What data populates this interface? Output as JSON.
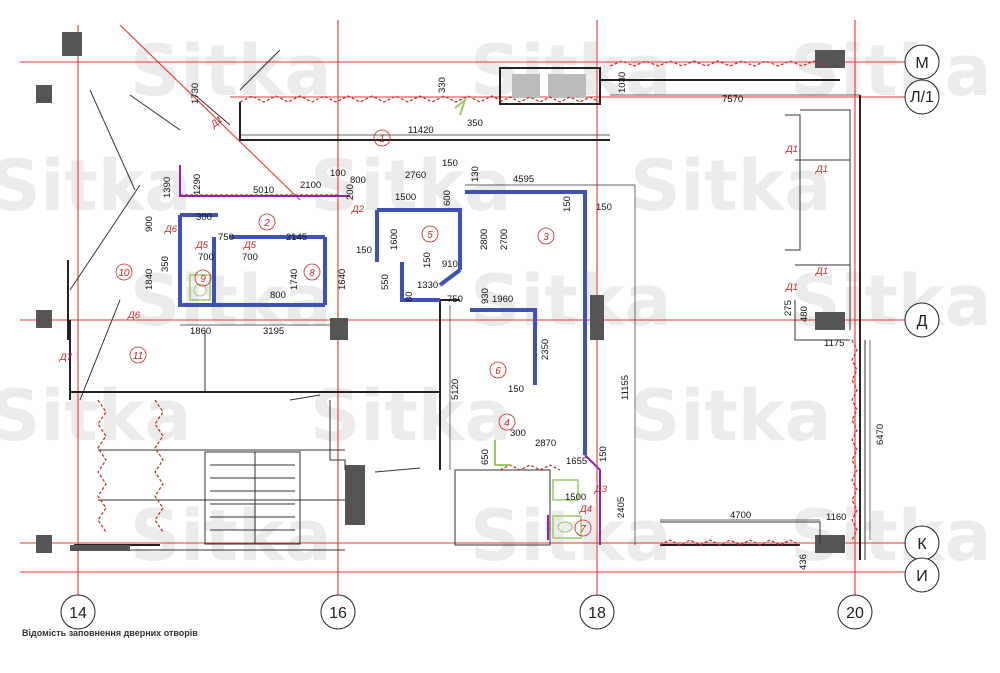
{
  "watermark": "Sitka",
  "axes": {
    "vertical": [
      "14",
      "16",
      "18",
      "20"
    ],
    "horizontal": [
      "М",
      "Л/1",
      "Д",
      "К",
      "И"
    ]
  },
  "footer_note": "Відомість заповнення дверних отворів",
  "rooms": [
    "1",
    "2",
    "3",
    "4",
    "5",
    "6",
    "7",
    "8",
    "9",
    "10",
    "11"
  ],
  "doors": [
    "Д1",
    "Д1",
    "Д1",
    "Д1",
    "Д1",
    "Д2",
    "Д3",
    "Д4",
    "Д5",
    "Д5",
    "Д6",
    "Д6",
    "Д7"
  ],
  "dimensions": {
    "d1730": "1730",
    "d330": "330",
    "d350": "350",
    "d1030": "1030",
    "d7570": "7570",
    "d11420": "11420",
    "d1390": "1390",
    "d1290": "1290",
    "d5010": "5010",
    "d2100": "2100",
    "d100": "100",
    "d800a": "800",
    "d200": "200",
    "d2760": "2760",
    "d150a": "150",
    "d130": "130",
    "d4595": "4595",
    "d1500a": "1500",
    "d600": "600",
    "d150b": "150",
    "d150c": "150",
    "d900": "900",
    "d300a": "300",
    "d750a": "750",
    "d2145": "2145",
    "d1600": "1600",
    "d2800": "2800",
    "d2700": "2700",
    "d700a": "700",
    "d700b": "700",
    "d350b": "350",
    "d150d": "150",
    "d150e": "150",
    "d910": "910",
    "d1840": "1840",
    "d1740": "1740",
    "d1640": "1640",
    "d550": "550",
    "d1330": "1330",
    "d80": "80",
    "d800b": "800",
    "d750b": "750",
    "d930": "930",
    "d1960": "1960",
    "d1860": "1860",
    "d3195": "3195",
    "d275": "275",
    "d480": "480",
    "d1175": "1175",
    "d2350": "2350",
    "d150f": "150",
    "d11155": "11155",
    "d5120": "5120",
    "d6470": "6470",
    "d300b": "300",
    "d2870": "2870",
    "d650": "650",
    "d1655": "1655",
    "d150g": "150",
    "d1500b": "1500",
    "d2405": "2405",
    "d4700": "4700",
    "d1160": "1160",
    "d436": "436"
  }
}
